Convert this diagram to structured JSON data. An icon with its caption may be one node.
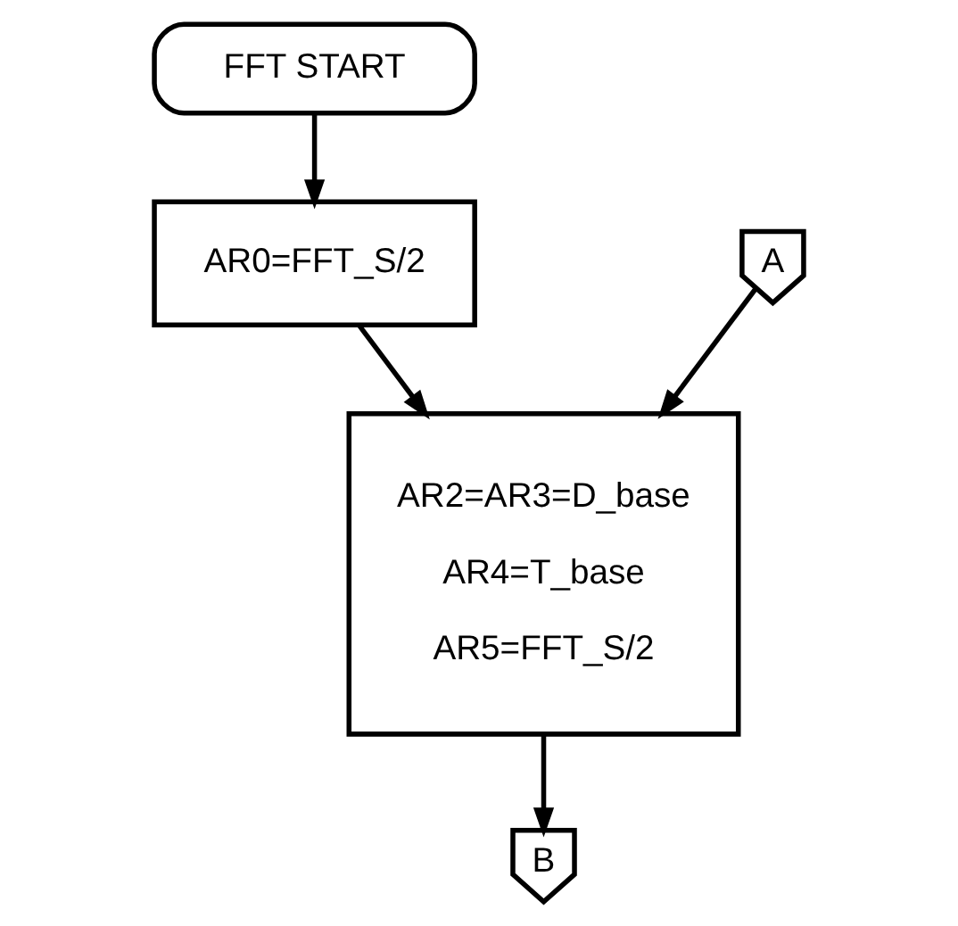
{
  "diagram": {
    "nodes": [
      {
        "text": [
          "FFT START"
        ]
      },
      {
        "text": [
          "AR0=FFT_S/2"
        ]
      },
      {
        "text": [
          "A"
        ]
      },
      {
        "text": [
          "AR2=AR3=D_base",
          "AR4=T_base",
          "AR5=FFT_S/2"
        ]
      },
      {
        "text": [
          "B"
        ]
      }
    ],
    "edges": [
      {
        "from": 0,
        "to": 1,
        "arrow": "to"
      },
      {
        "from": 1,
        "to": 3,
        "arrow": "to"
      },
      {
        "from": 2,
        "to": 3,
        "arrow": "to"
      },
      {
        "from": 3,
        "to": 4,
        "arrow": "to"
      }
    ]
  }
}
